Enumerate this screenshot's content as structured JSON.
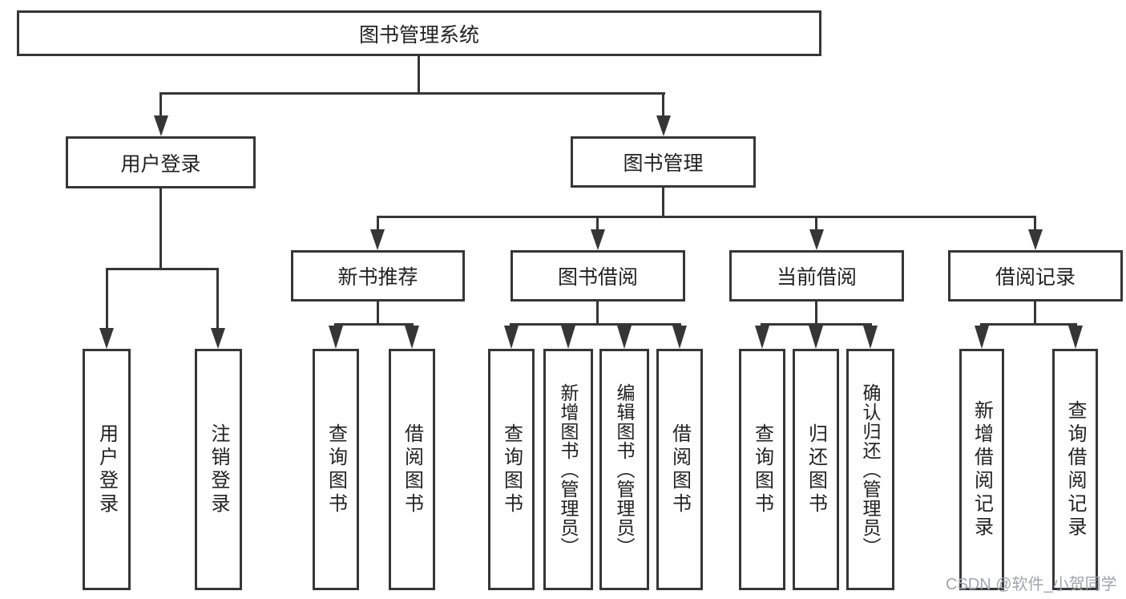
{
  "tree": {
    "root": {
      "label": "图书管理系统",
      "children": [
        {
          "label": "用户登录",
          "children": [
            {
              "label": "用户登录"
            },
            {
              "label": "注销登录"
            }
          ]
        },
        {
          "label": "图书管理",
          "children": [
            {
              "label": "新书推荐",
              "children": [
                {
                  "label": "查询图书"
                },
                {
                  "label": "借阅图书"
                }
              ]
            },
            {
              "label": "图书借阅",
              "children": [
                {
                  "label": "查询图书"
                },
                {
                  "label": "新增图书（管理员）"
                },
                {
                  "label": "编辑图书（管理员）"
                },
                {
                  "label": "借阅图书"
                }
              ]
            },
            {
              "label": "当前借阅",
              "children": [
                {
                  "label": "查询图书"
                },
                {
                  "label": "归还图书"
                },
                {
                  "label": "确认归还（管理员）"
                }
              ]
            },
            {
              "label": "借阅记录",
              "children": [
                {
                  "label": "新增借阅记录"
                },
                {
                  "label": "查询借阅记录"
                }
              ]
            }
          ]
        }
      ]
    }
  },
  "watermark": {
    "text": "CSDN @软件_小贺同学"
  },
  "colors": {
    "line": "#363636",
    "text": "#222222",
    "watermark": "#a2a4af",
    "background": "#ffffff"
  }
}
